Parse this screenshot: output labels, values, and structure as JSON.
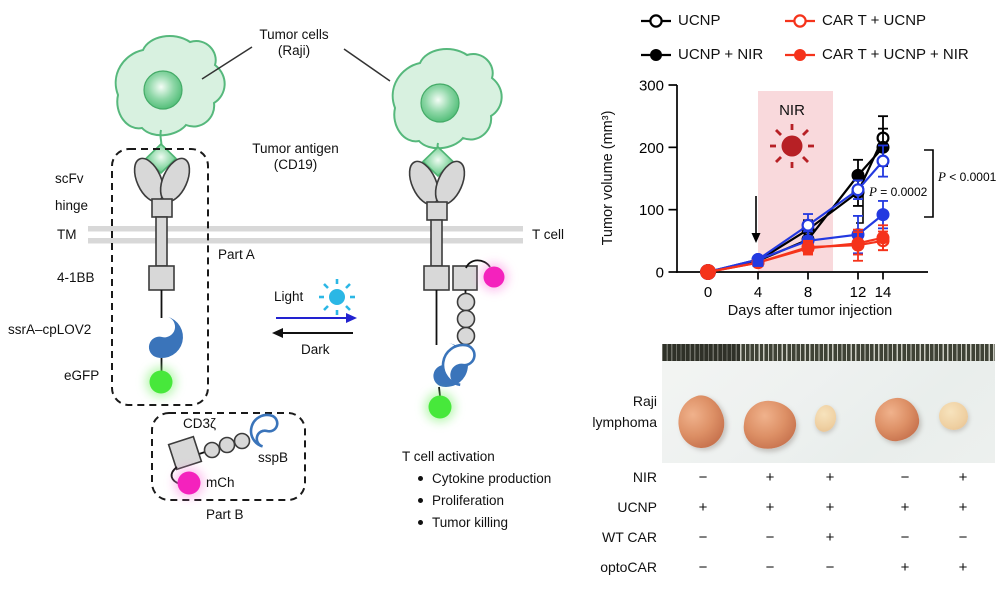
{
  "left_diagram": {
    "tumor_cells_label_line1": "Tumor cells",
    "tumor_cells_label_line2": "(Raji)",
    "tumor_antigen_label_line1": "Tumor antigen",
    "tumor_antigen_label_line2": "(CD19)",
    "scfv": "scFv",
    "hinge": "hinge",
    "tm": "TM",
    "t_cell": "T cell",
    "part_a": "Part A",
    "costim": "4-1BB",
    "ssra_cplov2": "ssrA–cpLOV2",
    "egfp": "eGFP",
    "light": "Light",
    "dark": "Dark",
    "cd3z": "CD3ζ",
    "sspb": "sspB",
    "mch": "mCh",
    "part_b": "Part B",
    "activation_title": "T cell activation",
    "activation_bullets": [
      "Cytokine production",
      "Proliferation",
      "Tumor killing"
    ]
  },
  "chart": {
    "ylabel": "Tumor volume (mm³)",
    "xlabel": "Days after tumor injection",
    "nir_label": "NIR",
    "p1_symbol": "P",
    "p1_rest": " = 0.0002",
    "p2_symbol": "P",
    "p2_rest": " < 0.0001"
  },
  "chart_data": {
    "type": "line",
    "title": "",
    "xlabel": "Days after tumor injection",
    "ylabel": "Tumor volume (mm³)",
    "xlim": [
      -1.5,
      16
    ],
    "ylim": [
      0,
      300
    ],
    "xticks": [
      0,
      4,
      8,
      12,
      14
    ],
    "yticks": [
      0,
      100,
      200,
      300
    ],
    "grid": false,
    "legend_position": "top",
    "x": [
      0,
      4,
      8,
      12,
      14
    ],
    "series": [
      {
        "name": "UCNP",
        "color": "#000000",
        "marker": "open",
        "in_legend": true,
        "values": [
          0,
          18,
          68,
          128,
          215
        ],
        "errors": [
          0,
          5,
          15,
          22,
          35
        ]
      },
      {
        "name": "UCNP + NIR",
        "color": "#000000",
        "marker": "filled",
        "in_legend": true,
        "values": [
          0,
          18,
          52,
          155,
          200
        ],
        "errors": [
          0,
          5,
          12,
          25,
          30
        ]
      },
      {
        "name": "unlabeled blue (open)",
        "color": "#2339e0",
        "marker": "open",
        "in_legend": false,
        "values": [
          0,
          20,
          75,
          132,
          178
        ],
        "errors": [
          0,
          5,
          18,
          15,
          25
        ]
      },
      {
        "name": "unlabeled blue (filled)",
        "color": "#2339e0",
        "marker": "filled",
        "in_legend": false,
        "values": [
          0,
          20,
          50,
          60,
          92
        ],
        "errors": [
          0,
          5,
          15,
          30,
          22
        ]
      },
      {
        "name": "CAR T + UCNP",
        "color": "#f5331b",
        "marker": "open",
        "in_legend": true,
        "values": [
          0,
          15,
          40,
          43,
          50
        ],
        "errors": [
          0,
          4,
          10,
          25,
          15
        ]
      },
      {
        "name": "CAR T + UCNP + NIR",
        "color": "#f5331b",
        "marker": "filled",
        "in_legend": true,
        "values": [
          0,
          15,
          38,
          46,
          55
        ],
        "errors": [
          0,
          4,
          10,
          18,
          20
        ]
      }
    ],
    "annotations": {
      "nir_band": {
        "x_start": 4,
        "x_end": 10,
        "label": "NIR",
        "color": "#f9d9dc"
      },
      "injection_arrow_day": 4,
      "day4_square_marker": {
        "day": 4,
        "value": 17,
        "color": "#2339e0"
      },
      "p_values": [
        "P = 0.0002",
        "P < 0.0001"
      ]
    }
  },
  "photo_panel": {
    "label_line1": "Raji",
    "label_line2": "lymphoma"
  },
  "condition_table": {
    "columns": 5,
    "rows": [
      {
        "label": "NIR",
        "values": [
          "−",
          "+",
          "+",
          "−",
          "+"
        ]
      },
      {
        "label": "UCNP",
        "values": [
          "+",
          "+",
          "+",
          "+",
          "+"
        ]
      },
      {
        "label": "WT CAR",
        "values": [
          "−",
          "−",
          "+",
          "−",
          "−"
        ]
      },
      {
        "label": "optoCAR",
        "values": [
          "−",
          "−",
          "−",
          "+",
          "+"
        ]
      }
    ]
  },
  "colors": {
    "series_red": "#f5331b",
    "series_blue": "#2339e0",
    "series_black": "#000000",
    "nir_band": "#f9d9dc",
    "nir_sun": "#b72025",
    "light_sun": "#2bb7e5",
    "protein_blue": "#3a74ba",
    "egfp_green": "#47e83b",
    "mch_magenta": "#f422bd",
    "cell_green_stroke": "#56b87c"
  }
}
